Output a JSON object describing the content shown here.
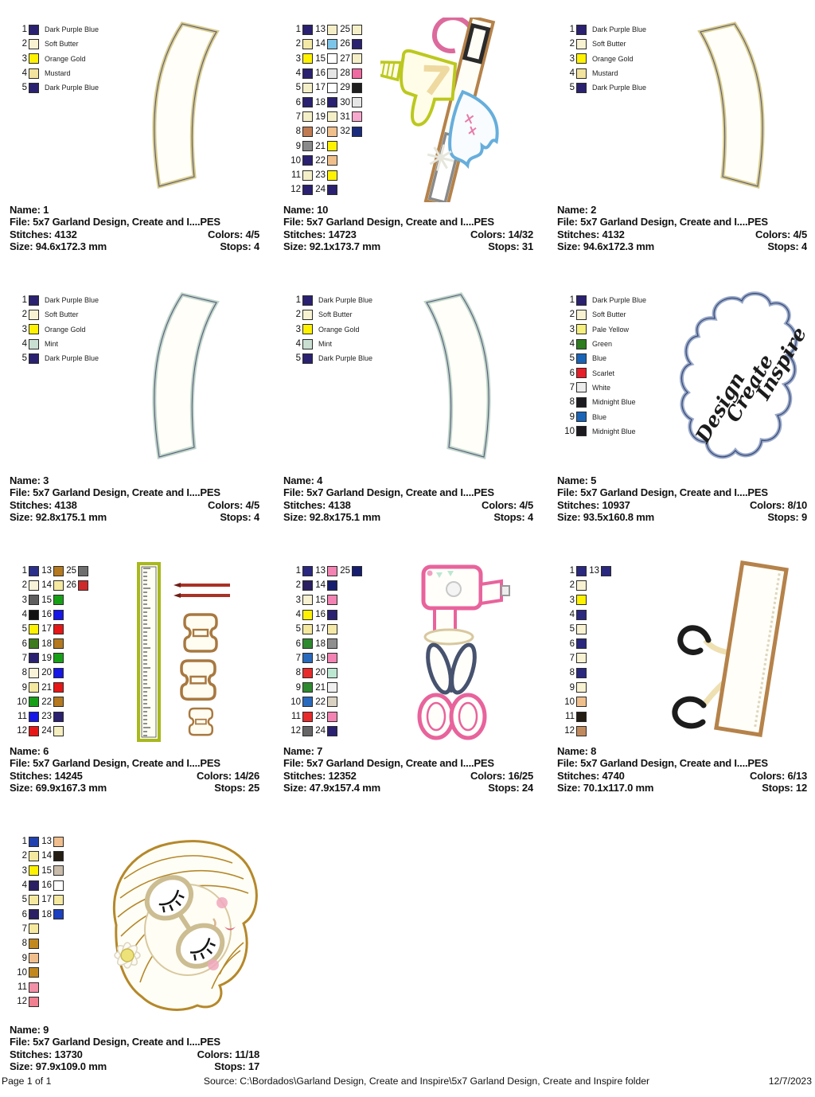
{
  "labels": {
    "name": "Name:",
    "file": "File:",
    "stitches": "Stitches:",
    "colors": "Colors:",
    "size": "Size:",
    "stops": "Stops:"
  },
  "footer": {
    "page": "Page 1 of 1",
    "source": "Source: C:\\Bordados\\Garland Design, Create and Inspire\\5x7 Garland Design, Create and Inspire folder",
    "date": "12/7/2023"
  },
  "designs": [
    {
      "name": "1",
      "file": "5x7 Garland Design, Create and I....PES",
      "stitches": "4132",
      "colors": "4/5",
      "size": "94.6x172.3 mm",
      "stops": "4",
      "thumb": "arc-yellow-left",
      "palette": [
        {
          "n": 1,
          "c": "#2B2171",
          "label": "Dark Purple Blue"
        },
        {
          "n": 2,
          "c": "#F8F2D2",
          "label": "Soft Butter"
        },
        {
          "n": 3,
          "c": "#FFF200",
          "label": "Orange Gold"
        },
        {
          "n": 4,
          "c": "#F2E39E",
          "label": "Mustard"
        },
        {
          "n": 5,
          "c": "#2B2171",
          "label": "Dark Purple Blue"
        }
      ]
    },
    {
      "name": "10",
      "file": "5x7 Garland Design, Create and I....PES",
      "stitches": "14723",
      "colors": "14/32",
      "size": "92.1x173.7 mm",
      "stops": "31",
      "thumb": "glue-gun-stick",
      "palette": [
        {
          "n": 1,
          "c": "#2B2171"
        },
        {
          "n": 2,
          "c": "#F5E9A8"
        },
        {
          "n": 3,
          "c": "#FFF200"
        },
        {
          "n": 4,
          "c": "#2B2171"
        },
        {
          "n": 5,
          "c": "#F5EFC8"
        },
        {
          "n": 6,
          "c": "#2B2171"
        },
        {
          "n": 7,
          "c": "#F5EFC8"
        },
        {
          "n": 8,
          "c": "#C17B52"
        },
        {
          "n": 9,
          "c": "#8A8A8A"
        },
        {
          "n": 10,
          "c": "#2B2171"
        },
        {
          "n": 11,
          "c": "#F5EFC8"
        },
        {
          "n": 12,
          "c": "#2B2171"
        },
        {
          "n": 13,
          "c": "#F5EFC8"
        },
        {
          "n": 14,
          "c": "#7CC4E8"
        },
        {
          "n": 15,
          "c": "#FFFFFF"
        },
        {
          "n": 16,
          "c": "#E6E6E6"
        },
        {
          "n": 17,
          "c": "#FFFFFF"
        },
        {
          "n": 18,
          "c": "#2B2171"
        },
        {
          "n": 19,
          "c": "#F5EFC8"
        },
        {
          "n": 20,
          "c": "#EFC08C"
        },
        {
          "n": 21,
          "c": "#FFF200"
        },
        {
          "n": 22,
          "c": "#EFC08C"
        },
        {
          "n": 23,
          "c": "#FFF200"
        },
        {
          "n": 24,
          "c": "#2B2171"
        },
        {
          "n": 25,
          "c": "#F5EFC8"
        },
        {
          "n": 26,
          "c": "#2B2171"
        },
        {
          "n": 27,
          "c": "#F5EFC8"
        },
        {
          "n": 28,
          "c": "#EF6AA0"
        },
        {
          "n": 29,
          "c": "#1F1F1F"
        },
        {
          "n": 30,
          "c": "#E6E6E6"
        },
        {
          "n": 31,
          "c": "#F8A8CC"
        },
        {
          "n": 32,
          "c": "#1B2C7E"
        }
      ]
    },
    {
      "name": "2",
      "file": "5x7 Garland Design, Create and I....PES",
      "stitches": "4132",
      "colors": "4/5",
      "size": "94.6x172.3 mm",
      "stops": "4",
      "thumb": "arc-yellow-right",
      "palette": [
        {
          "n": 1,
          "c": "#2B2171",
          "label": "Dark Purple Blue"
        },
        {
          "n": 2,
          "c": "#F8F2D2",
          "label": "Soft Butter"
        },
        {
          "n": 3,
          "c": "#FFF200",
          "label": "Orange Gold"
        },
        {
          "n": 4,
          "c": "#F2E39E",
          "label": "Mustard"
        },
        {
          "n": 5,
          "c": "#2B2171",
          "label": "Dark Purple Blue"
        }
      ]
    },
    {
      "name": "3",
      "file": "5x7 Garland Design, Create and I....PES",
      "stitches": "4138",
      "colors": "4/5",
      "size": "92.8x175.1 mm",
      "stops": "4",
      "thumb": "arc-mint-left",
      "palette": [
        {
          "n": 1,
          "c": "#2B2171",
          "label": "Dark Purple Blue"
        },
        {
          "n": 2,
          "c": "#F8F2D2",
          "label": "Soft Butter"
        },
        {
          "n": 3,
          "c": "#FFF200",
          "label": "Orange Gold"
        },
        {
          "n": 4,
          "c": "#C9DFD2",
          "label": "Mint"
        },
        {
          "n": 5,
          "c": "#2B2171",
          "label": "Dark Purple Blue"
        }
      ]
    },
    {
      "name": "4",
      "file": "5x7 Garland Design, Create and I....PES",
      "stitches": "4138",
      "colors": "4/5",
      "size": "92.8x175.1 mm",
      "stops": "4",
      "thumb": "arc-mint-right",
      "palette": [
        {
          "n": 1,
          "c": "#2B2171",
          "label": "Dark Purple Blue"
        },
        {
          "n": 2,
          "c": "#F8F2D2",
          "label": "Soft Butter"
        },
        {
          "n": 3,
          "c": "#FFF200",
          "label": "Orange Gold"
        },
        {
          "n": 4,
          "c": "#C9DFD2",
          "label": "Mint"
        },
        {
          "n": 5,
          "c": "#2B2171",
          "label": "Dark Purple Blue"
        }
      ]
    },
    {
      "name": "5",
      "file": "5x7 Garland Design, Create and I....PES",
      "stitches": "10937",
      "colors": "8/10",
      "size": "93.5x160.8 mm",
      "stops": "9",
      "thumb": "cloud-text",
      "words": [
        "Design",
        "Create",
        "Inspire"
      ],
      "palette": [
        {
          "n": 1,
          "c": "#2B2171",
          "label": "Dark Purple Blue"
        },
        {
          "n": 2,
          "c": "#F8F2D2",
          "label": "Soft Butter"
        },
        {
          "n": 3,
          "c": "#F5EF7E",
          "label": "Pale Yellow"
        },
        {
          "n": 4,
          "c": "#2E7D1E",
          "label": "Green"
        },
        {
          "n": 5,
          "c": "#1A64B8",
          "label": "Blue"
        },
        {
          "n": 6,
          "c": "#E81E28",
          "label": "Scarlet"
        },
        {
          "n": 7,
          "c": "#ECECEC",
          "label": "White"
        },
        {
          "n": 8,
          "c": "#1B1B20",
          "label": "Midnight Blue"
        },
        {
          "n": 9,
          "c": "#1A64B8",
          "label": "Blue"
        },
        {
          "n": 10,
          "c": "#1B1B20",
          "label": "Midnight Blue"
        }
      ]
    },
    {
      "name": "6",
      "file": "5x7 Garland Design, Create and I....PES",
      "stitches": "14245",
      "colors": "14/26",
      "size": "69.9x167.3 mm",
      "stops": "25",
      "thumb": "ruler-spools",
      "palette": [
        {
          "n": 1,
          "c": "#2B2F8C"
        },
        {
          "n": 2,
          "c": "#F8F2D8"
        },
        {
          "n": 3,
          "c": "#5E5E5E"
        },
        {
          "n": 4,
          "c": "#111111"
        },
        {
          "n": 5,
          "c": "#FFF200"
        },
        {
          "n": 6,
          "c": "#3E7A1E"
        },
        {
          "n": 7,
          "c": "#2B2171"
        },
        {
          "n": 8,
          "c": "#F8F2D8"
        },
        {
          "n": 9,
          "c": "#F5E9A0"
        },
        {
          "n": 10,
          "c": "#17A017"
        },
        {
          "n": 11,
          "c": "#1717E8"
        },
        {
          "n": 12,
          "c": "#E81717"
        },
        {
          "n": 13,
          "c": "#B5791F"
        },
        {
          "n": 14,
          "c": "#F5E9A0"
        },
        {
          "n": 15,
          "c": "#17A017"
        },
        {
          "n": 16,
          "c": "#1717E8"
        },
        {
          "n": 17,
          "c": "#E81717"
        },
        {
          "n": 18,
          "c": "#B5791F"
        },
        {
          "n": 19,
          "c": "#17A017"
        },
        {
          "n": 20,
          "c": "#1717E8"
        },
        {
          "n": 21,
          "c": "#E81717"
        },
        {
          "n": 22,
          "c": "#B5791F"
        },
        {
          "n": 23,
          "c": "#2B2171"
        },
        {
          "n": 24,
          "c": "#F5EFC0"
        },
        {
          "n": 25,
          "c": "#6E6E6E"
        },
        {
          "n": 26,
          "c": "#CE2A2A"
        }
      ]
    },
    {
      "name": "7",
      "file": "5x7 Garland Design, Create and I....PES",
      "stitches": "12352",
      "colors": "16/25",
      "size": "47.9x157.4 mm",
      "stops": "24",
      "thumb": "gun-scissors",
      "palette": [
        {
          "n": 1,
          "c": "#2B2880"
        },
        {
          "n": 2,
          "c": "#2B2063"
        },
        {
          "n": 3,
          "c": "#F8F2D2"
        },
        {
          "n": 4,
          "c": "#FFF200"
        },
        {
          "n": 5,
          "c": "#F5E9A0"
        },
        {
          "n": 6,
          "c": "#2E8A2E"
        },
        {
          "n": 7,
          "c": "#2A6ABD"
        },
        {
          "n": 8,
          "c": "#E82A2A"
        },
        {
          "n": 9,
          "c": "#2E8A2E"
        },
        {
          "n": 10,
          "c": "#2A6ABD"
        },
        {
          "n": 11,
          "c": "#E82A2A"
        },
        {
          "n": 12,
          "c": "#666666"
        },
        {
          "n": 13,
          "c": "#F283B2"
        },
        {
          "n": 14,
          "c": "#171D6E"
        },
        {
          "n": 15,
          "c": "#F283B2"
        },
        {
          "n": 16,
          "c": "#2B2171"
        },
        {
          "n": 17,
          "c": "#F5E9A8"
        },
        {
          "n": 18,
          "c": "#8F8F8F"
        },
        {
          "n": 19,
          "c": "#F283B2"
        },
        {
          "n": 20,
          "c": "#BCE8D2"
        },
        {
          "n": 21,
          "c": "#F0F0F0"
        },
        {
          "n": 22,
          "c": "#D9D2C2"
        },
        {
          "n": 23,
          "c": "#F283B2"
        },
        {
          "n": 24,
          "c": "#2B2171"
        },
        {
          "n": 25,
          "c": "#171D6E"
        }
      ]
    },
    {
      "name": "8",
      "file": "5x7 Garland Design, Create and I....PES",
      "stitches": "4740",
      "colors": "6/13",
      "size": "70.1x117.0 mm",
      "stops": "12",
      "thumb": "board-hooks",
      "palette": [
        {
          "n": 1,
          "c": "#2B2880"
        },
        {
          "n": 2,
          "c": "#F8F2D2"
        },
        {
          "n": 3,
          "c": "#FFF200"
        },
        {
          "n": 4,
          "c": "#2B2880"
        },
        {
          "n": 5,
          "c": "#F8F2D2"
        },
        {
          "n": 6,
          "c": "#2B2880"
        },
        {
          "n": 7,
          "c": "#F8F2D2"
        },
        {
          "n": 8,
          "c": "#2B2880"
        },
        {
          "n": 9,
          "c": "#F8F2D2"
        },
        {
          "n": 10,
          "c": "#F0C08C"
        },
        {
          "n": 11,
          "c": "#241D14"
        },
        {
          "n": 12,
          "c": "#C18A5C"
        },
        {
          "n": 13,
          "c": "#2B2880"
        }
      ]
    },
    {
      "name": "9",
      "file": "5x7 Garland Design, Create and I....PES",
      "stitches": "13730",
      "colors": "11/18",
      "size": "97.9x109.0 mm",
      "stops": "17",
      "thumb": "girl-face",
      "palette": [
        {
          "n": 1,
          "c": "#2242B0"
        },
        {
          "n": 2,
          "c": "#F5E9A0"
        },
        {
          "n": 3,
          "c": "#FFF200"
        },
        {
          "n": 4,
          "c": "#2B2063"
        },
        {
          "n": 5,
          "c": "#F5E9A0"
        },
        {
          "n": 6,
          "c": "#2B2063"
        },
        {
          "n": 7,
          "c": "#F5E9A0"
        },
        {
          "n": 8,
          "c": "#C18820"
        },
        {
          "n": 9,
          "c": "#F0BE8C"
        },
        {
          "n": 10,
          "c": "#C18820"
        },
        {
          "n": 11,
          "c": "#F290A8"
        },
        {
          "n": 12,
          "c": "#F08090"
        },
        {
          "n": 13,
          "c": "#F0BE8C"
        },
        {
          "n": 14,
          "c": "#241D14"
        },
        {
          "n": 15,
          "c": "#C9BCAB"
        },
        {
          "n": 16,
          "c": "#FFFFFF"
        },
        {
          "n": 17,
          "c": "#F5E9A0"
        },
        {
          "n": 18,
          "c": "#1B40C0"
        }
      ]
    }
  ]
}
